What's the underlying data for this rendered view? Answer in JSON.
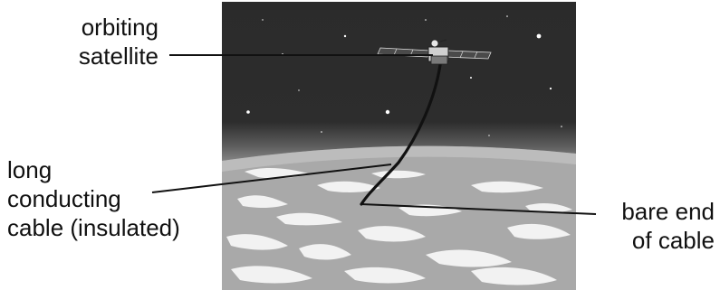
{
  "labels": {
    "satellite": [
      "orbiting",
      "satellite"
    ],
    "cable": [
      "long",
      "conducting",
      "cable (insulated)"
    ],
    "bare_end": [
      "bare end",
      "of cable"
    ]
  },
  "colors": {
    "space": "#2b2b2b",
    "earth": "#a9a9a9",
    "clouds": "#f2f2f2",
    "cable": "#111111",
    "leader": "#111111"
  }
}
